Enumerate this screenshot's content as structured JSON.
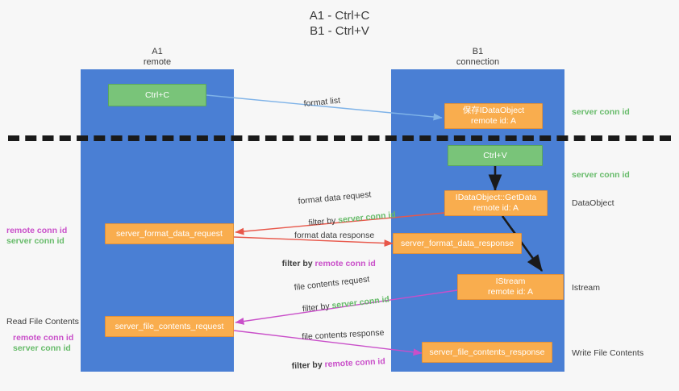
{
  "title": "A1 - Ctrl+C\nB1 - Ctrl+V",
  "lanes": [
    {
      "name": "a1",
      "label": "A1\nremote"
    },
    {
      "name": "b1",
      "label": "B1\nconnection"
    }
  ],
  "nodes": {
    "ctrl_c": "Ctrl+C",
    "ctrl_v": "Ctrl+V",
    "idataobject": "保存IDataObject\nremote id: A",
    "idataobject_getdata": "IDataObject::GetData\nremote id: A",
    "istream": "IStream\nremote id: A",
    "server_format_data_request": "server_format_data_request",
    "server_format_data_response": "server_format_data_response",
    "server_file_contents_request": "server_file_contents_request",
    "server_file_contents_response": "server_file_contents_response"
  },
  "edge_labels": {
    "format_list": "format list",
    "format_data_request": "format data request",
    "format_data_response": "format data response",
    "file_contents_request": "file contents request",
    "file_contents_response": "file contents response"
  },
  "filter_labels": {
    "filter_by": "filter by ",
    "server_conn_id": "server conn id",
    "remote_conn_id": "remote conn id"
  },
  "right_annotations": {
    "server_conn_id_top": "server conn id",
    "server_conn_id_mid": "server conn id",
    "dataobject": "DataObject",
    "istream": "Istream",
    "write_file_contents": "Write File Contents"
  },
  "left_annotations": {
    "remote_conn_id_1": "remote conn id",
    "server_conn_id_1": "server conn id",
    "read_file_contents": "Read File Contents",
    "remote_conn_id_2": "remote conn id",
    "server_conn_id_2": "server conn id"
  },
  "colors": {
    "lane": "#4a7fd4",
    "green_node": "#79c479",
    "orange_node": "#f9ad4e",
    "green_text": "#67bb6a",
    "magenta_text": "#c94fc9",
    "arrow_blue": "#7fb3e8",
    "arrow_red": "#e8574a",
    "arrow_magenta": "#c94fc9",
    "arrow_black": "#1a1a1a",
    "background": "#f7f7f7"
  }
}
